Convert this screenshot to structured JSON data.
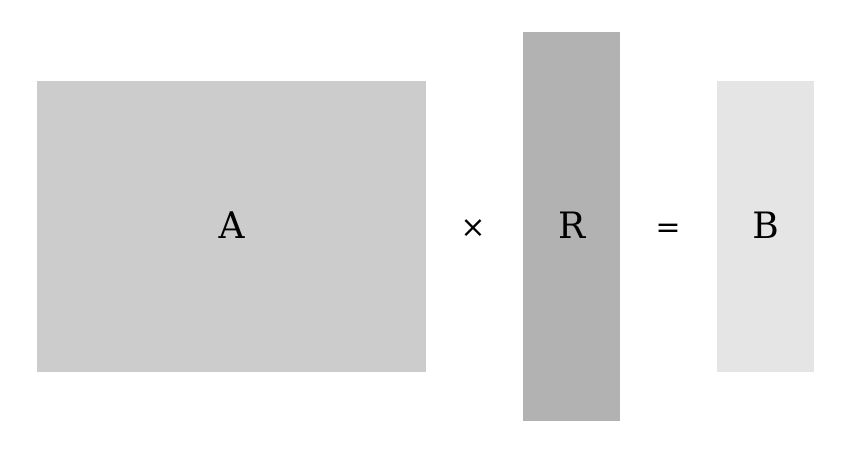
{
  "equation": {
    "matrix_a": {
      "label": "A",
      "color": "#cccccc"
    },
    "multiply_symbol": "×",
    "matrix_r": {
      "label": "R",
      "color": "#b2b2b2"
    },
    "equals_symbol": "=",
    "matrix_b": {
      "label": "B",
      "color": "#e5e5e5"
    }
  }
}
